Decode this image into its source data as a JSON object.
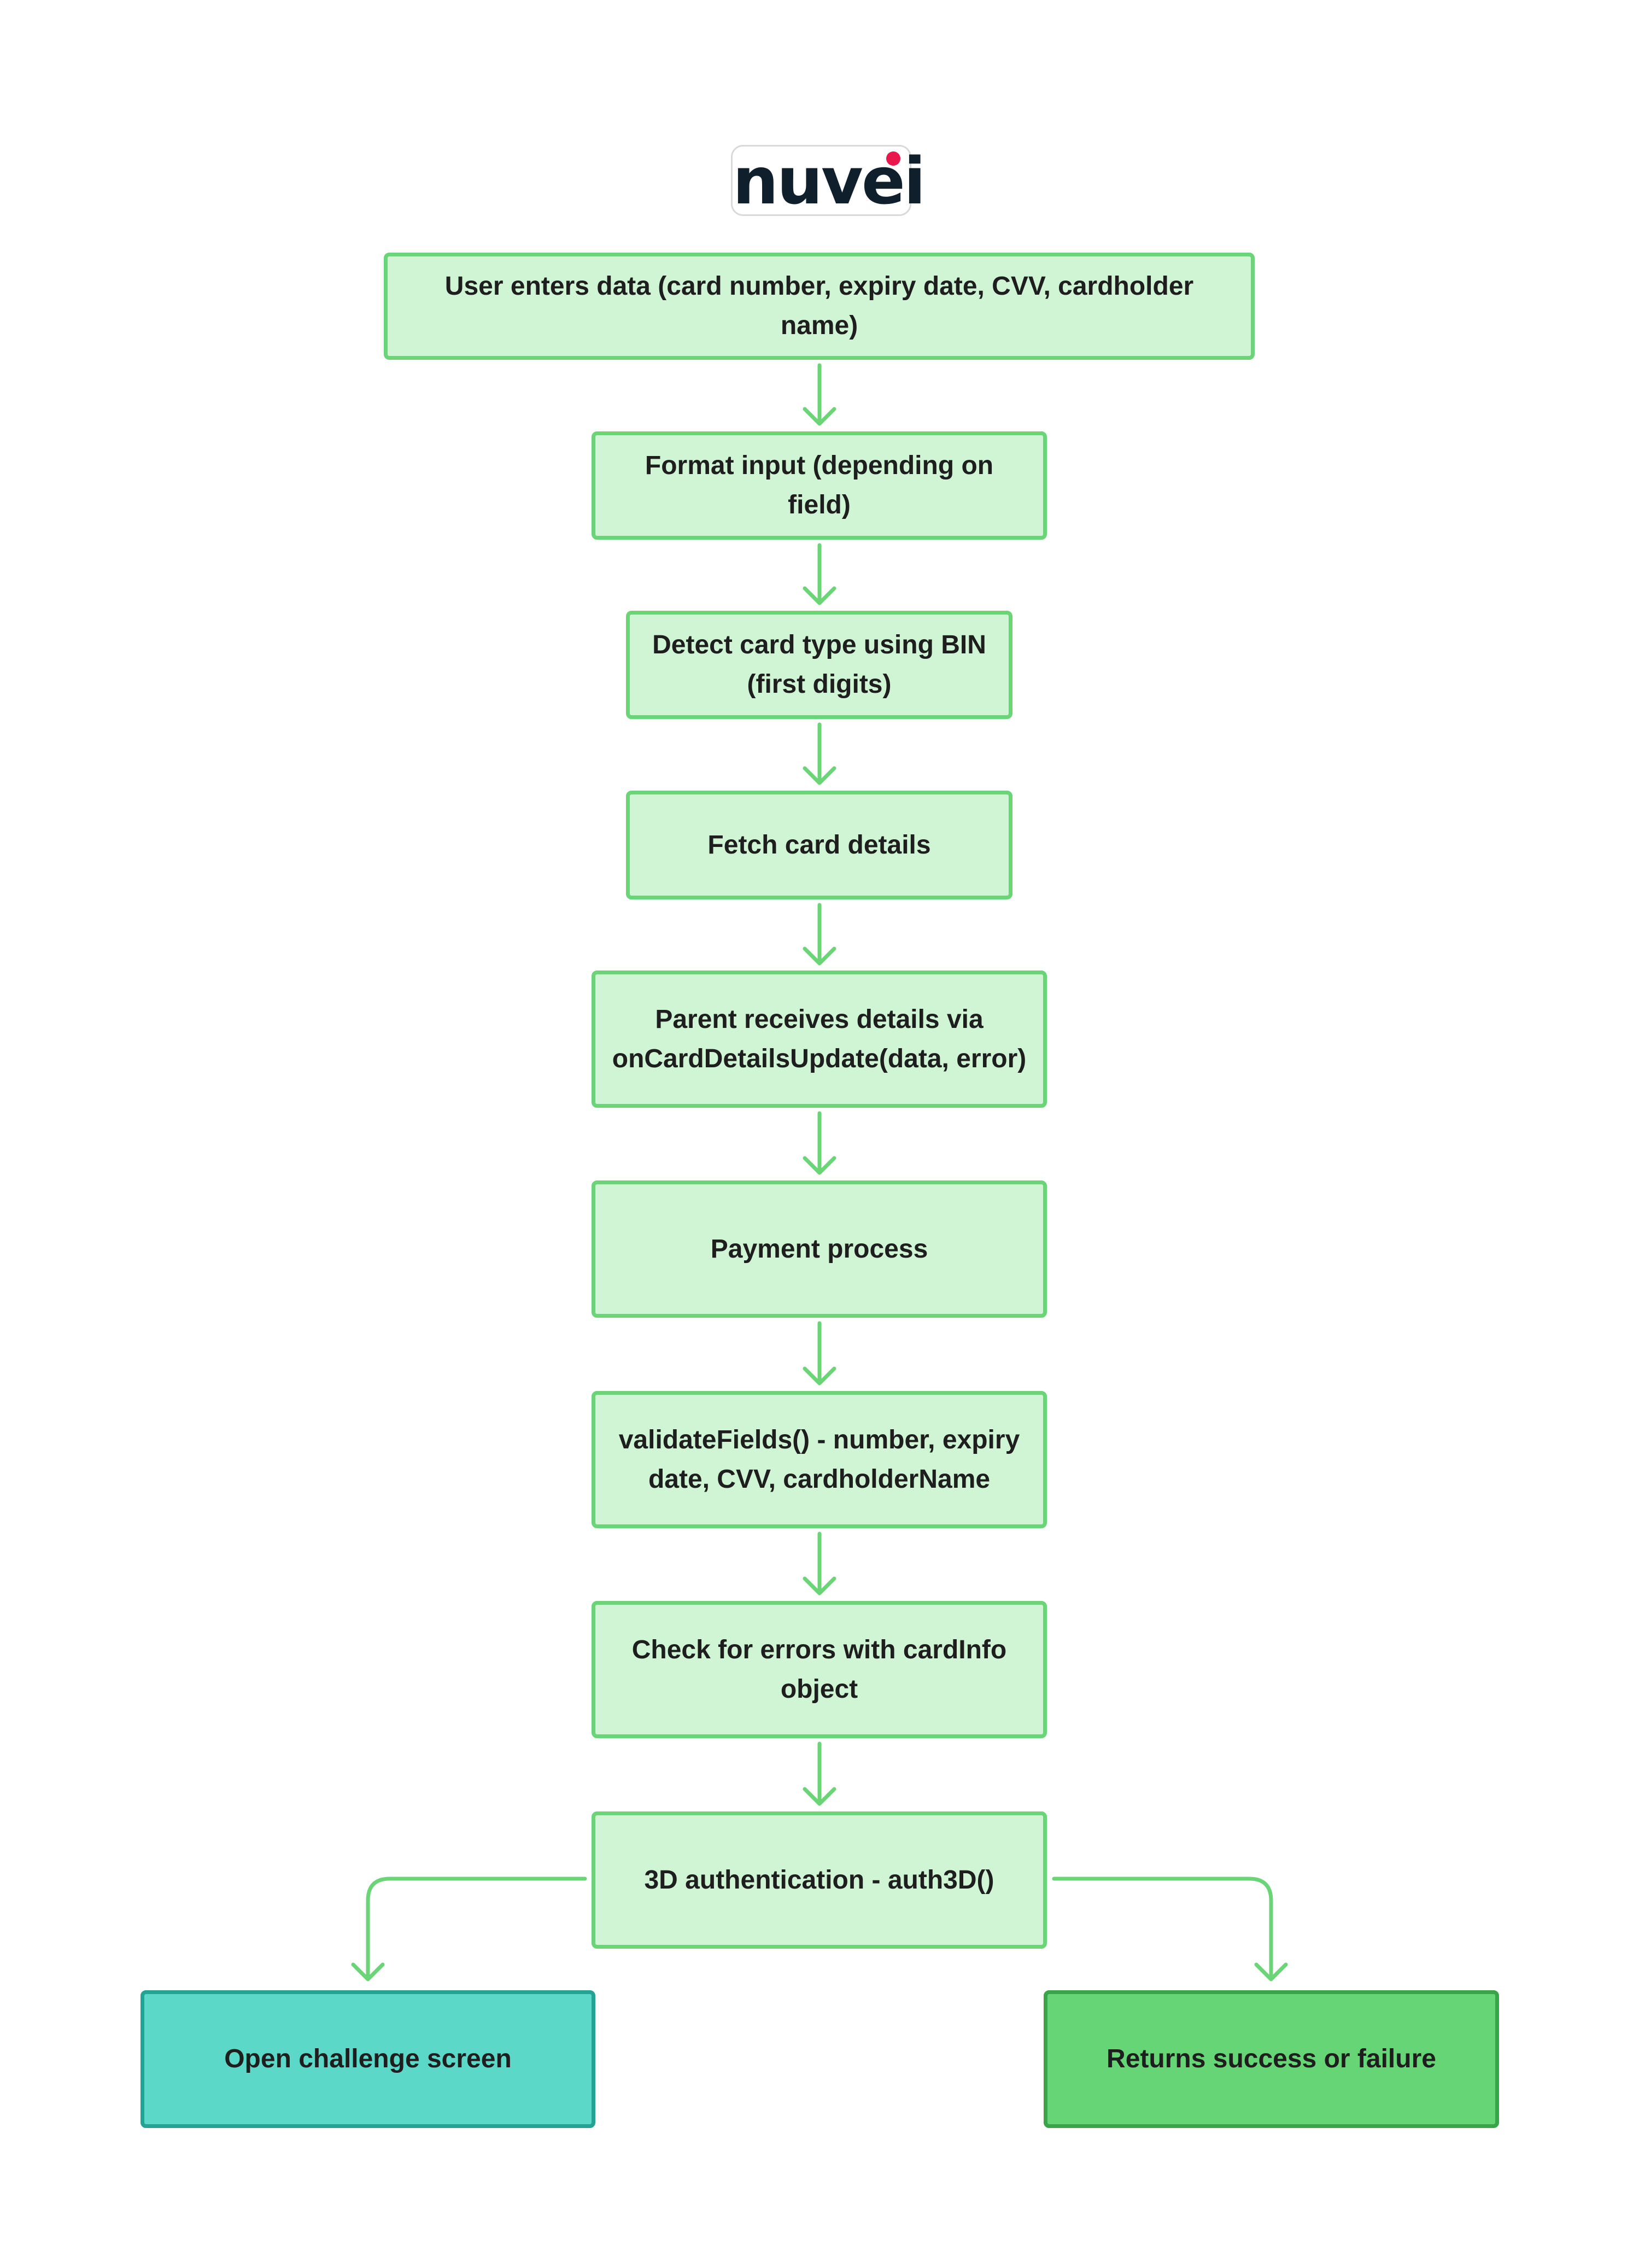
{
  "logo": {
    "text": "nuvei"
  },
  "colors": {
    "node_fill": "#cff5d4",
    "node_border": "#6bd477",
    "arrow": "#6bd477",
    "challenge_fill": "#5bd8c8",
    "result_fill": "#65d576",
    "logo_dot": "#e8194a"
  },
  "nodes": [
    {
      "id": "user-enters-data",
      "label": "User enters data (card number, expiry date, CVV, cardholder name)"
    },
    {
      "id": "format-input",
      "label": "Format input (depending on field)"
    },
    {
      "id": "detect-card-type",
      "label": "Detect card type using BIN (first digits)"
    },
    {
      "id": "fetch-card-details",
      "label": "Fetch card details"
    },
    {
      "id": "parent-receives-details",
      "label": "Parent receives details via onCardDetailsUpdate(data, error)"
    },
    {
      "id": "payment-process",
      "label": "Payment process"
    },
    {
      "id": "validate-fields",
      "label": "validateFields() - number, expiry date, CVV, cardholderName"
    },
    {
      "id": "check-errors",
      "label": "Check for errors with cardInfo object"
    },
    {
      "id": "auth-3d",
      "label": "3D authentication - auth3D()"
    },
    {
      "id": "open-challenge-screen",
      "label": "Open challenge screen"
    },
    {
      "id": "returns-success-failure",
      "label": "Returns success or failure"
    }
  ],
  "edges": [
    {
      "from": "user-enters-data",
      "to": "format-input"
    },
    {
      "from": "format-input",
      "to": "detect-card-type"
    },
    {
      "from": "detect-card-type",
      "to": "fetch-card-details"
    },
    {
      "from": "fetch-card-details",
      "to": "parent-receives-details"
    },
    {
      "from": "parent-receives-details",
      "to": "payment-process"
    },
    {
      "from": "payment-process",
      "to": "validate-fields"
    },
    {
      "from": "validate-fields",
      "to": "check-errors"
    },
    {
      "from": "check-errors",
      "to": "auth-3d"
    },
    {
      "from": "auth-3d",
      "to": "open-challenge-screen"
    },
    {
      "from": "auth-3d",
      "to": "returns-success-failure"
    }
  ]
}
